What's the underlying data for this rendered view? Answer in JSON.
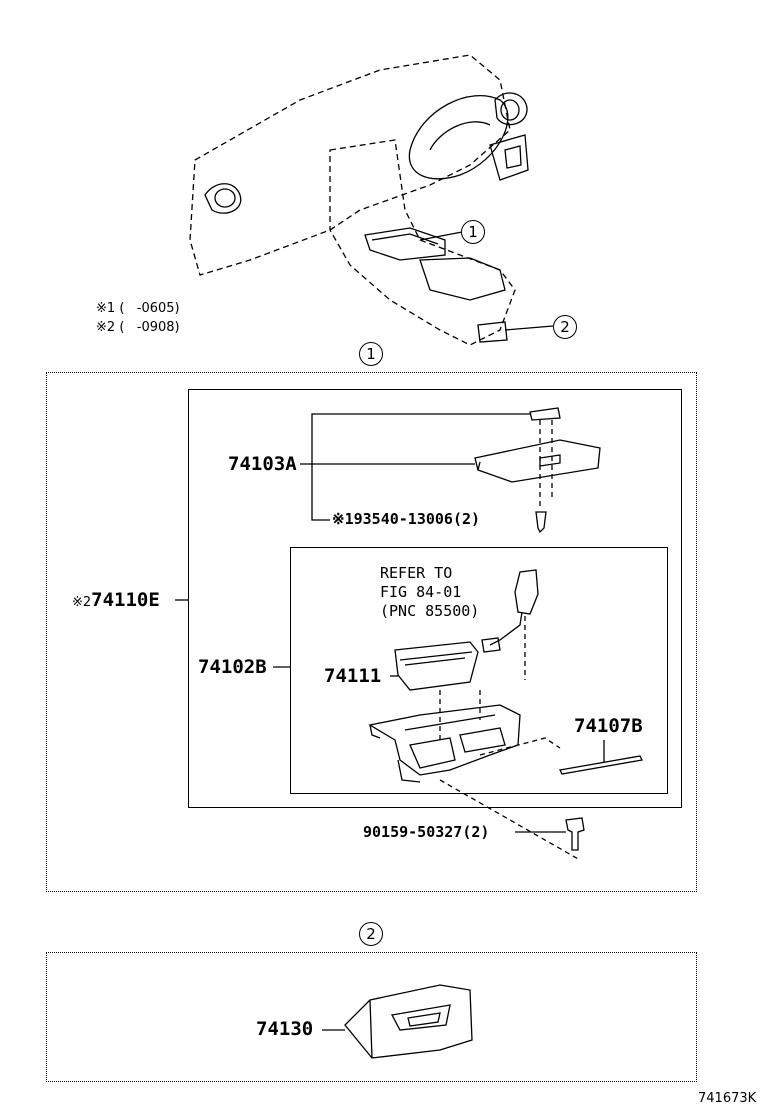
{
  "callouts": {
    "one": "1",
    "two": "2",
    "section1": "1",
    "section2": "2"
  },
  "notes": [
    {
      "mark": "※1",
      "text": "(   -0605)"
    },
    {
      "mark": "※2",
      "text": "(   -0908)"
    }
  ],
  "parts": {
    "p74103a": "74103A",
    "p93540": "※193540-13006(2)",
    "p74110e_mark": "※2",
    "p74110e": "74110E",
    "p74102b": "74102B",
    "p74111": "74111",
    "p74107b": "74107B",
    "p90159": "90159-50327(2)",
    "p74130": "74130"
  },
  "refer": {
    "line1": "REFER TO",
    "line2": "FIG 84-01",
    "line3": "(PNC 85500)"
  },
  "figure_code": "741673K"
}
